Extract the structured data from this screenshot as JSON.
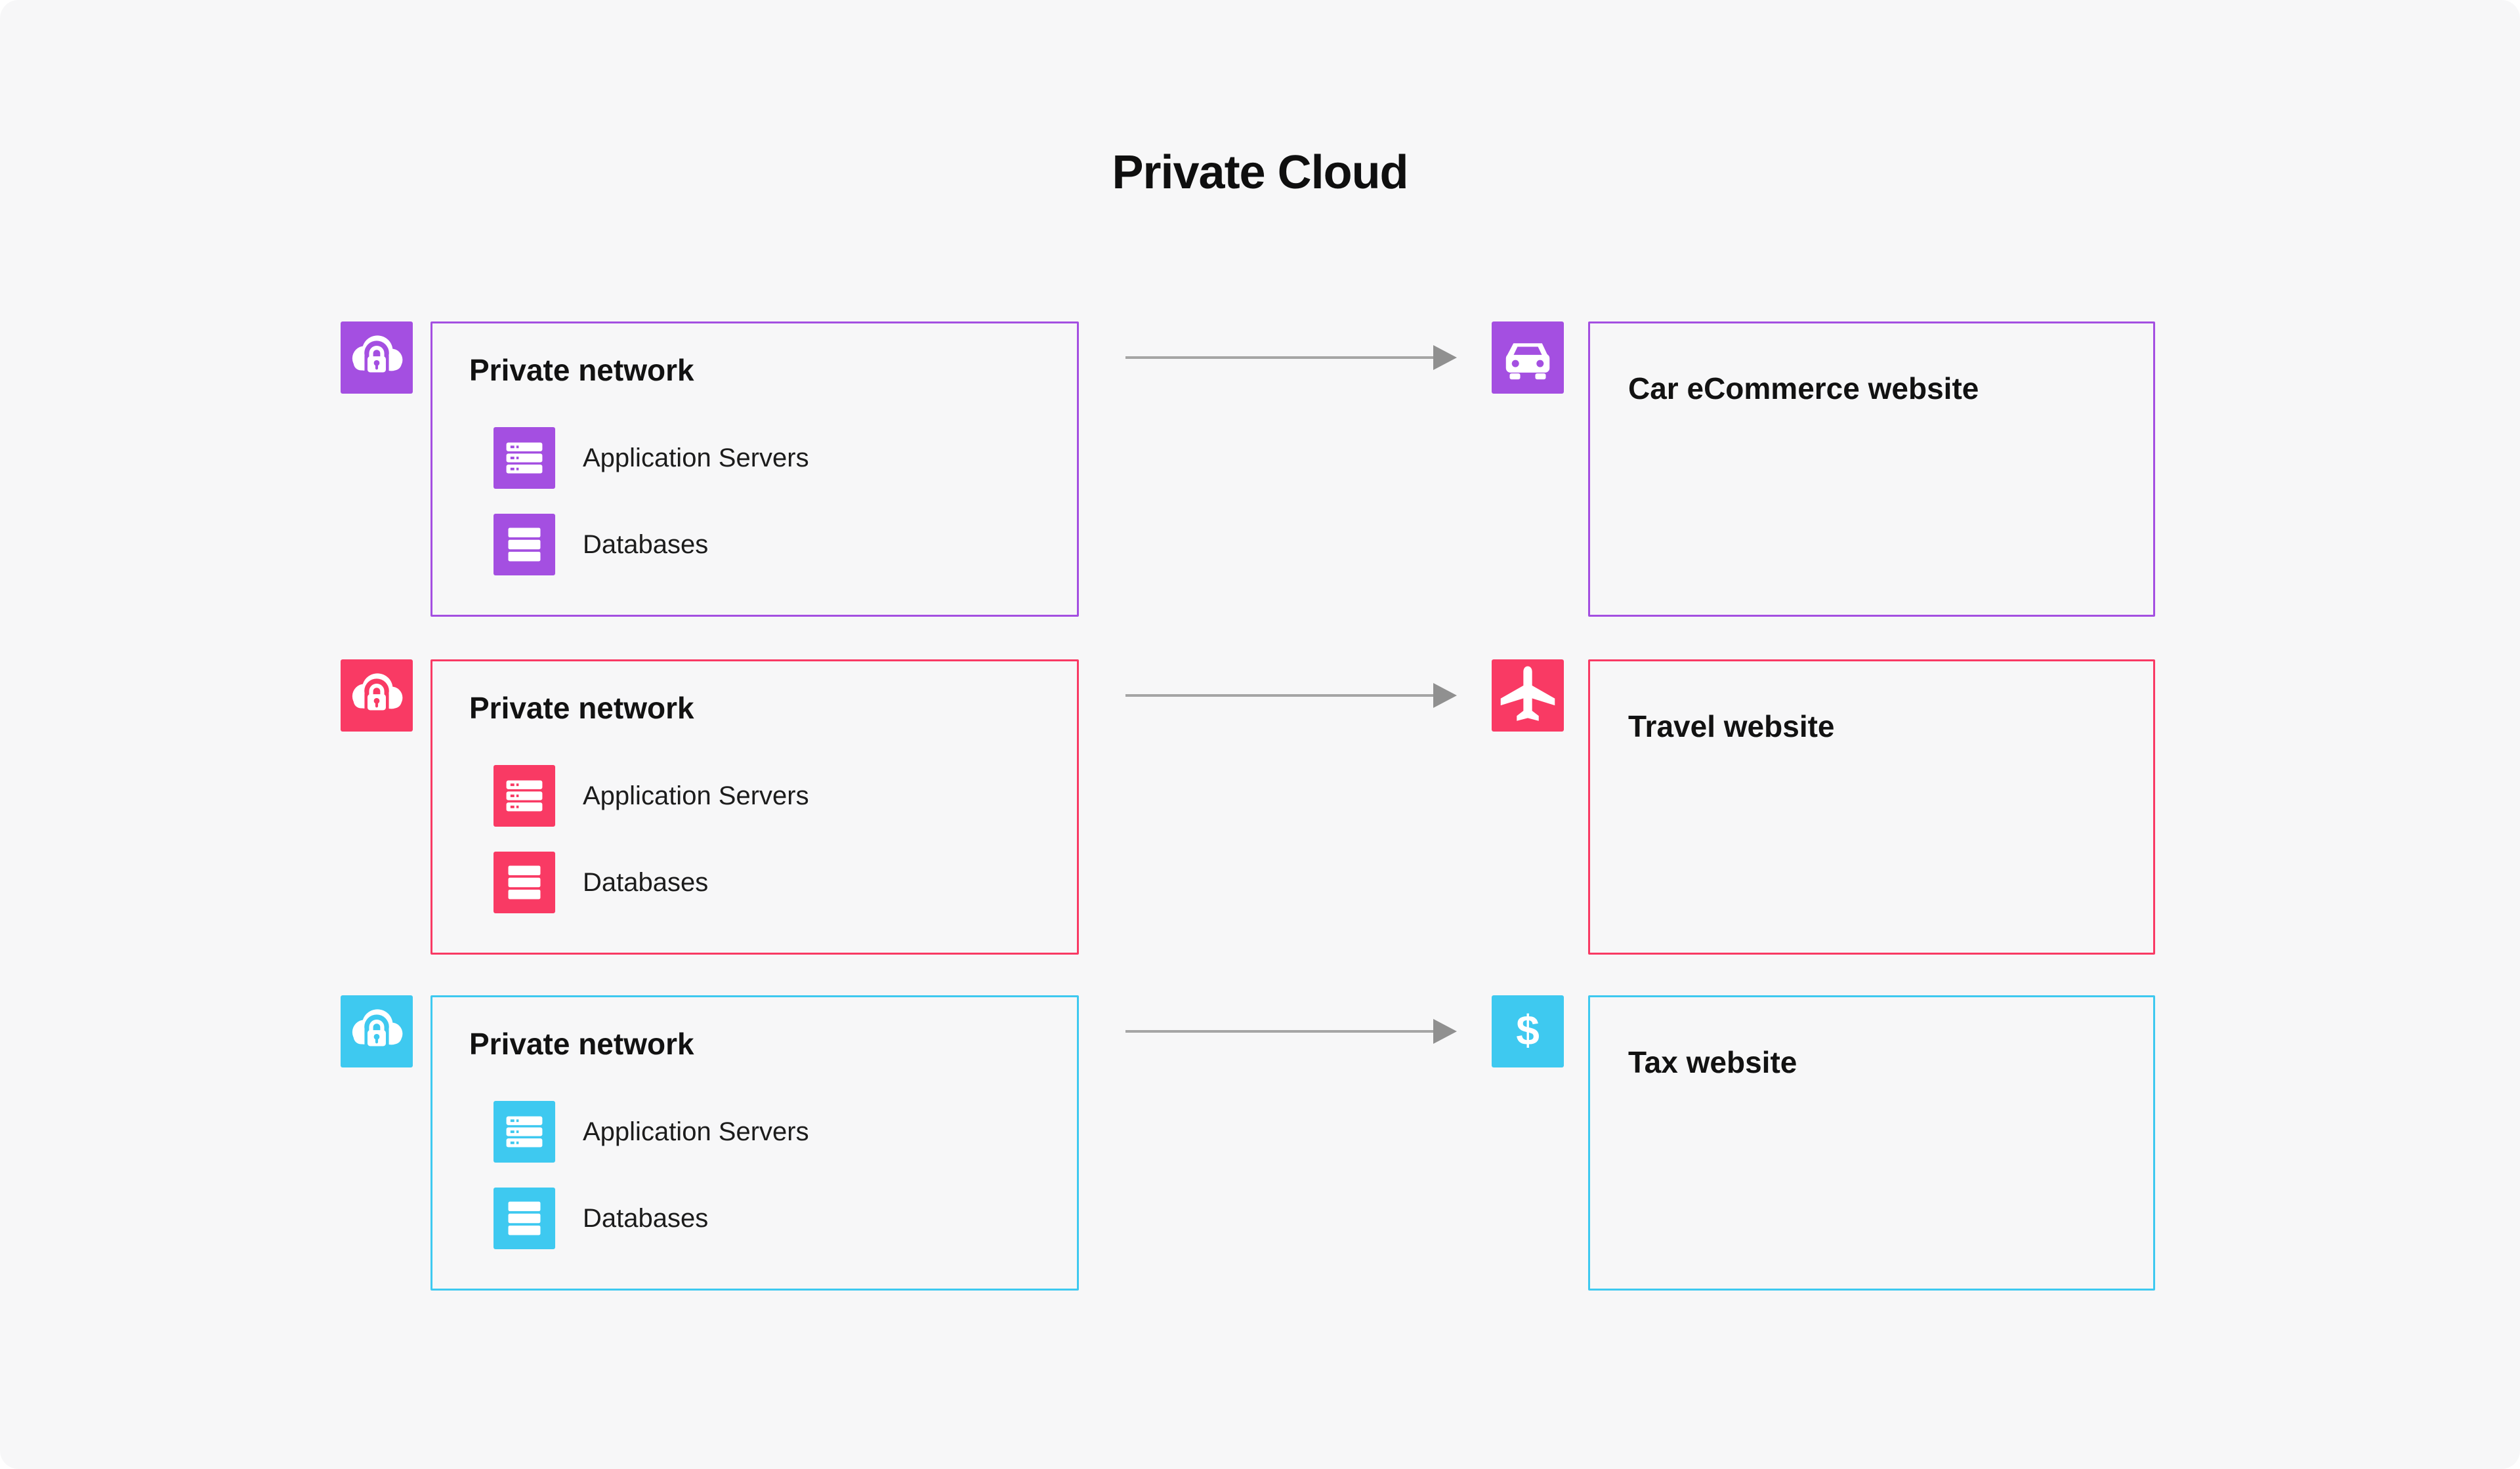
{
  "title": "Private Cloud",
  "colors": {
    "background": "#F7F7F8",
    "text": "#141414",
    "arrow_gray": "#A5A5A5",
    "purple": "#A44FE1",
    "pink": "#F93A64",
    "cyan": "#3EC9F0"
  },
  "rows": [
    {
      "accent_color": "#A44FE1",
      "network": {
        "icon": "cloud-lock-icon",
        "label": "Private network",
        "items": [
          {
            "icon": "application-servers-icon",
            "label": "Application Servers"
          },
          {
            "icon": "databases-icon",
            "label": "Databases"
          }
        ]
      },
      "connector": "right-arrow",
      "website": {
        "icon": "car-icon",
        "label": "Car eCommerce website"
      }
    },
    {
      "accent_color": "#F93A64",
      "network": {
        "icon": "cloud-lock-icon",
        "label": "Private network",
        "items": [
          {
            "icon": "application-servers-icon",
            "label": "Application Servers"
          },
          {
            "icon": "databases-icon",
            "label": "Databases"
          }
        ]
      },
      "connector": "right-arrow",
      "website": {
        "icon": "airplane-icon",
        "label": "Travel website"
      }
    },
    {
      "accent_color": "#3EC9F0",
      "network": {
        "icon": "cloud-lock-icon",
        "label": "Private network",
        "items": [
          {
            "icon": "application-servers-icon",
            "label": "Application Servers"
          },
          {
            "icon": "databases-icon",
            "label": "Databases"
          }
        ]
      },
      "connector": "right-arrow",
      "website": {
        "icon": "dollar-icon",
        "label": "Tax website",
        "glyph": "$"
      }
    }
  ]
}
